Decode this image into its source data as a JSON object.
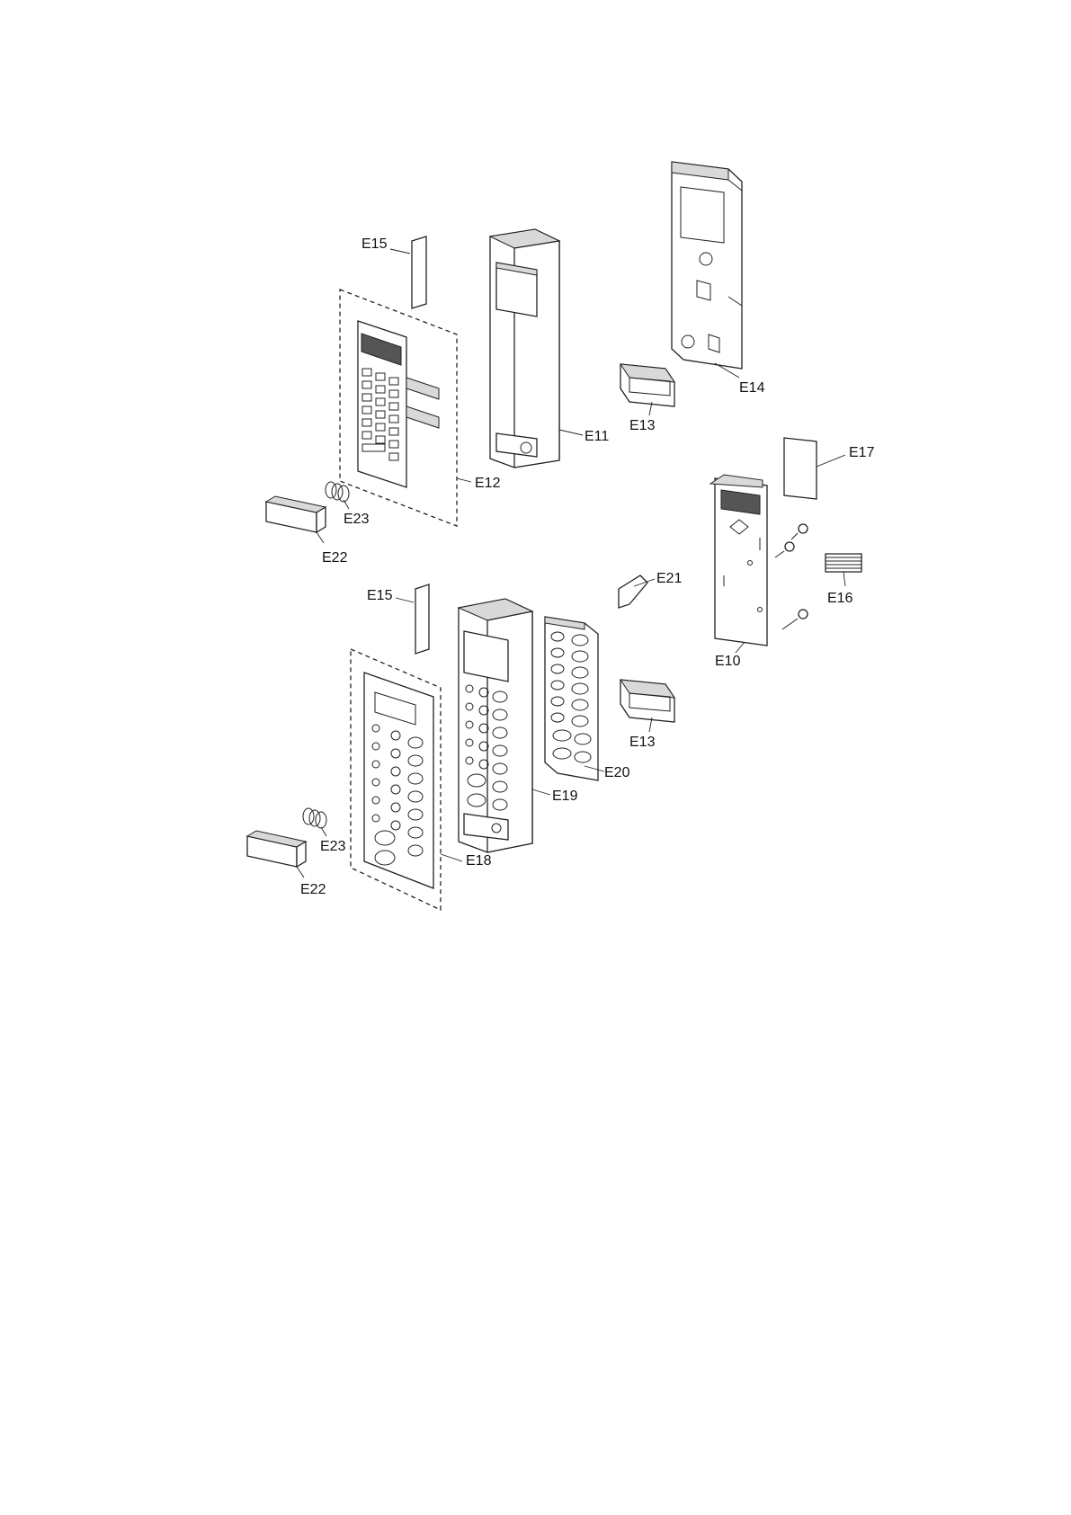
{
  "labels": {
    "e15_top": "E15",
    "e12": "E12",
    "e23_top": "E23",
    "e22_top": "E22",
    "e11": "E11",
    "e13_top": "E13",
    "e14": "E14",
    "e17": "E17",
    "e16": "E16",
    "e10": "E10",
    "e21": "E21",
    "e15_bottom": "E15",
    "e13_bottom": "E13",
    "e20": "E20",
    "e19": "E19",
    "e18": "E18",
    "e23_bottom": "E23",
    "e22_bottom": "E22"
  }
}
